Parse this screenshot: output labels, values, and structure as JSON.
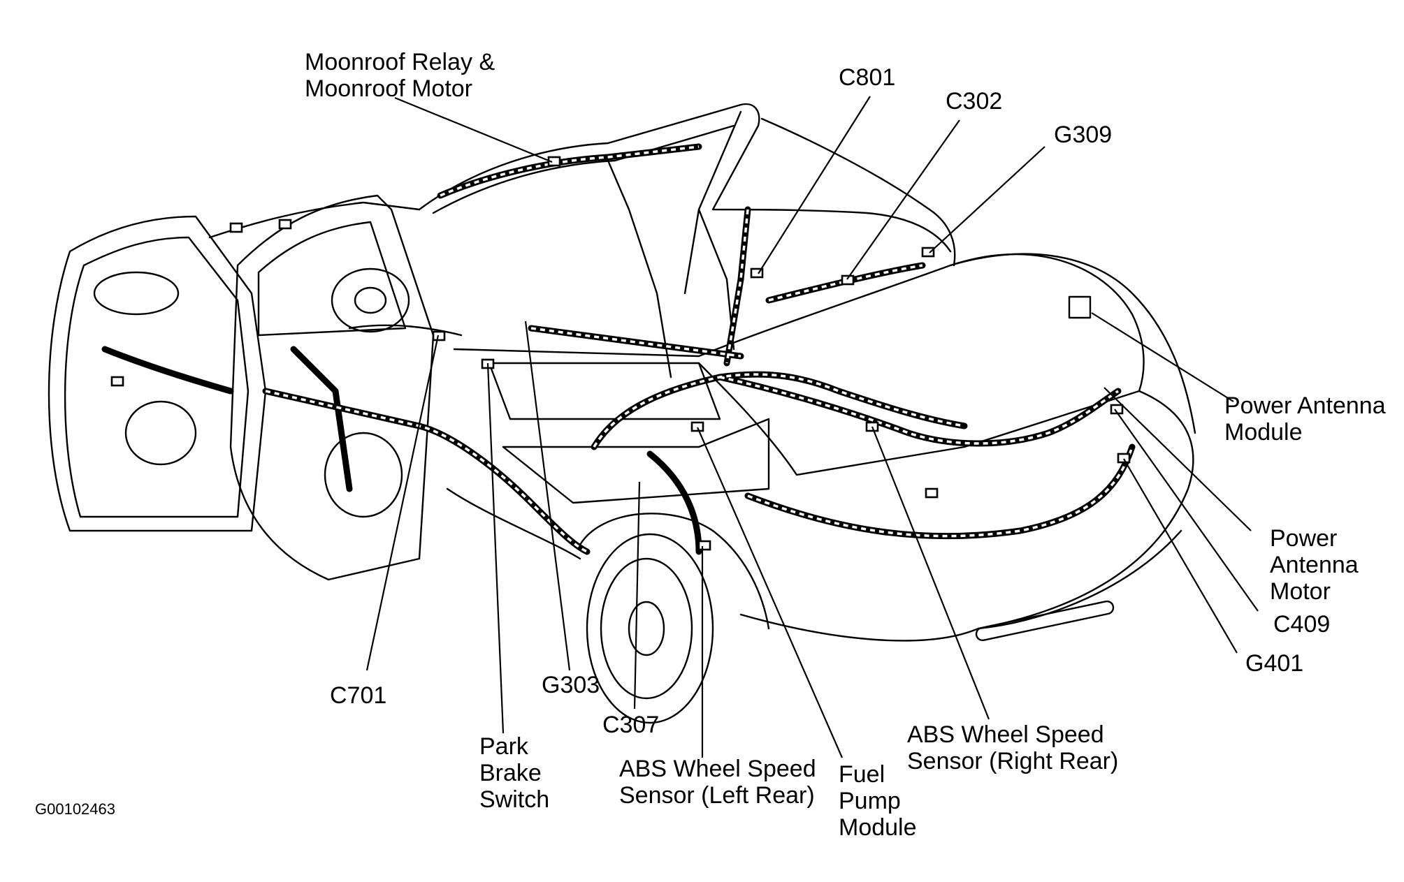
{
  "diagram": {
    "code": "G00102463",
    "labels": {
      "moonroof": [
        "Moonroof Relay &",
        "Moonroof Motor"
      ],
      "c801": [
        "C801"
      ],
      "c302": [
        "C302"
      ],
      "g309": [
        "G309"
      ],
      "power_antenna_module": [
        "Power Antenna",
        "Module"
      ],
      "power_antenna_motor": [
        "Power",
        "Antenna",
        "Motor"
      ],
      "c409": [
        "C409"
      ],
      "g401": [
        "G401"
      ],
      "abs_right_rear": [
        "ABS Wheel Speed",
        "Sensor (Right Rear)"
      ],
      "fuel_pump_module": [
        "Fuel",
        "Pump",
        "Module"
      ],
      "abs_left_rear": [
        "ABS Wheel Speed",
        "Sensor (Left Rear)"
      ],
      "c307": [
        "C307"
      ],
      "g303": [
        "G303"
      ],
      "park_brake_switch": [
        "Park",
        "Brake",
        "Switch"
      ],
      "c701": [
        "C701"
      ]
    }
  }
}
